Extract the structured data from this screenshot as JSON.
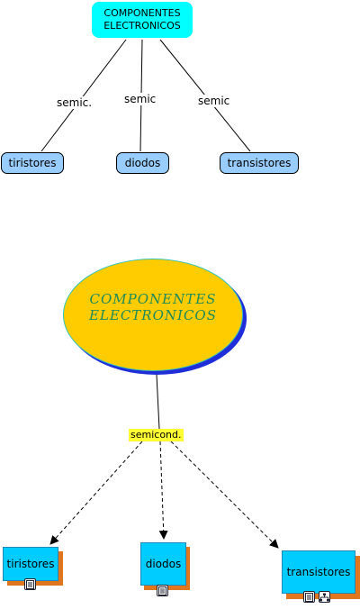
{
  "top_map": {
    "root": {
      "line1": "COMPONENTES",
      "line2": "ELECTRONICOS"
    },
    "links": [
      "semic.",
      "semic",
      "semic"
    ],
    "nodes": [
      "tiristores",
      "diodos",
      "transistores"
    ]
  },
  "bottom_map": {
    "root": {
      "line1": "COMPONENTES",
      "line2": "ELECTRONICOS"
    },
    "link_label": "semicond.",
    "nodes": [
      "tiristores",
      "diodos",
      "transistores"
    ],
    "icons": {
      "tiristores": [
        "document-icon"
      ],
      "diodos": [
        "document-icon"
      ],
      "transistores": [
        "document-icon",
        "sitemap-icon"
      ]
    },
    "colors": {
      "root_fill": "#ffcc00",
      "root_shadow": "#1f2ed8",
      "root_text": "#1f8a5a",
      "node_fill": "#00ccff",
      "node_shadow": "#e0771f",
      "link_label_fill": "#ffff33"
    }
  }
}
